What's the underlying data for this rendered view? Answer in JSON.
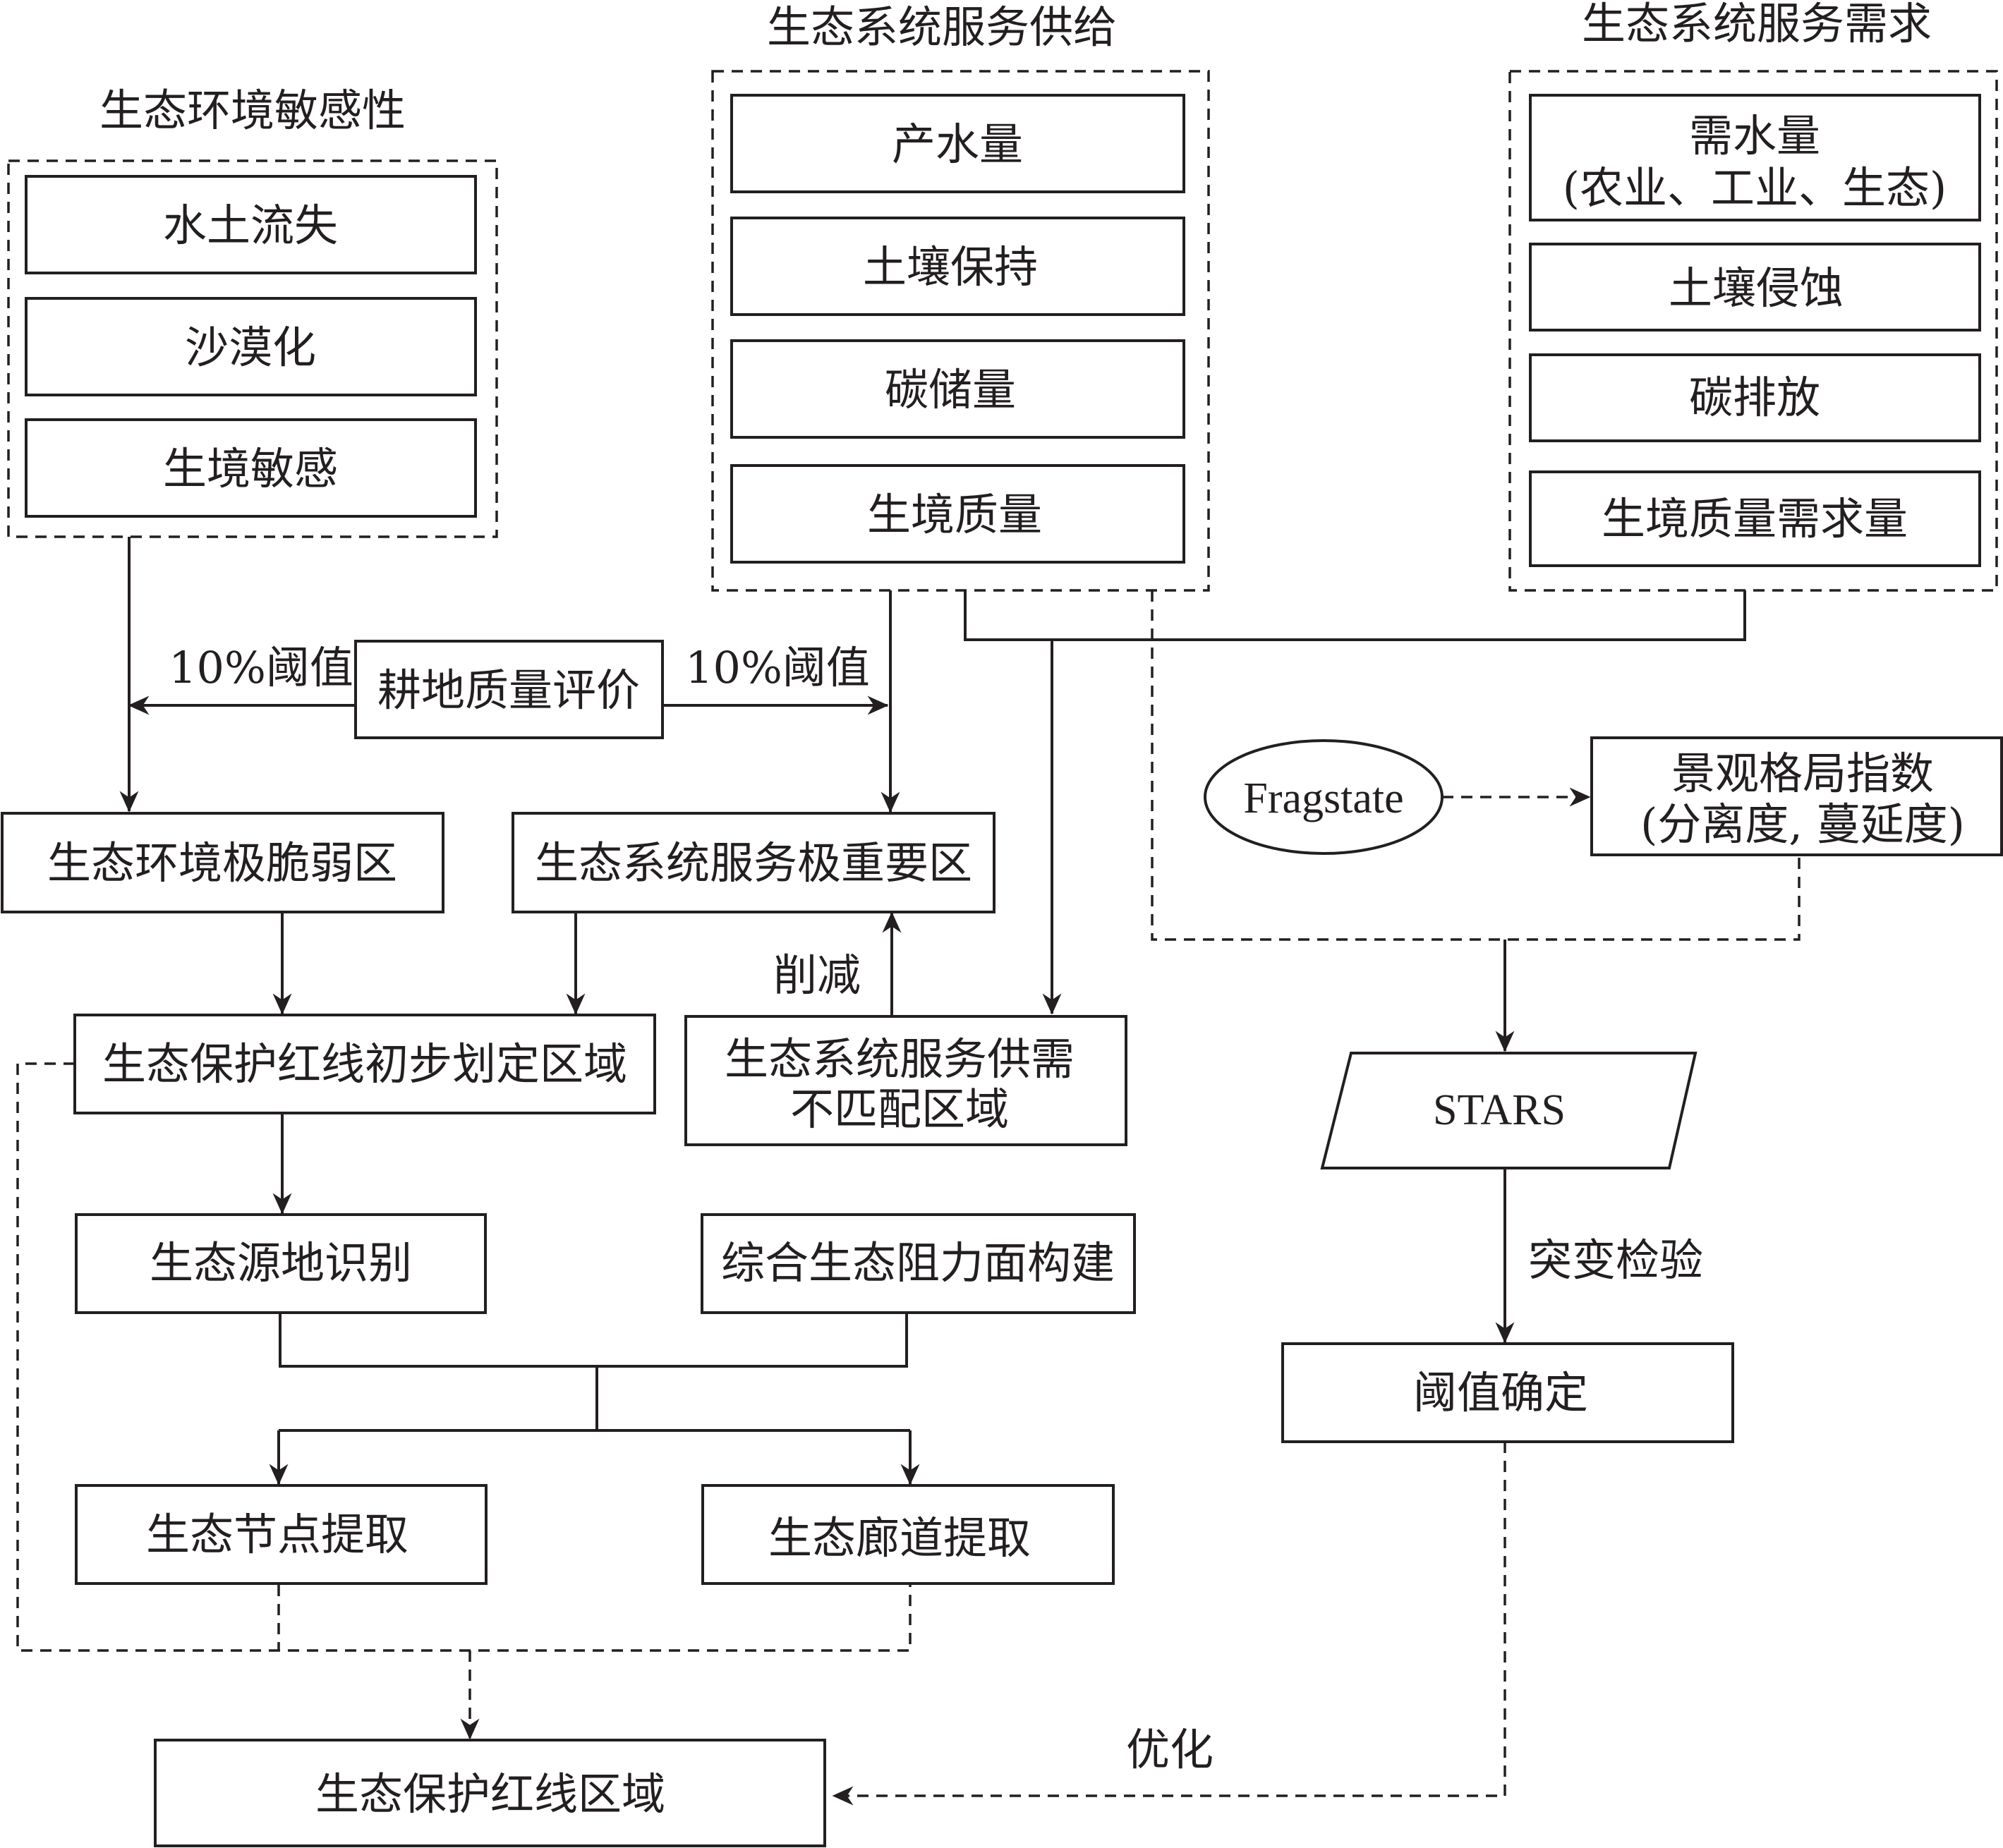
{
  "groups": {
    "sensitivity": {
      "title": "生态环境敏感性",
      "items": [
        "水土流失",
        "沙漠化",
        "生境敏感"
      ]
    },
    "supply": {
      "title": "生态系统服务供给",
      "items": [
        "产水量",
        "土壤保持",
        "碳储量",
        "生境质量"
      ]
    },
    "demand": {
      "title": "生态系统服务需求",
      "water_demand_line1": "需水量",
      "water_demand_line2": "(农业、工业、生态)",
      "items": [
        "土壤侵蚀",
        "碳排放",
        "生境质量需求量"
      ]
    }
  },
  "nodes": {
    "farmland_eval": "耕地质量评价",
    "fragile_zone": "生态环境极脆弱区",
    "important_zone": "生态系统服务极重要区",
    "initial_redline": "生态保护红线初步划定区域",
    "mismatch_line1": "生态系统服务供需",
    "mismatch_line2": "不匹配区域",
    "source_identification": "生态源地识别",
    "resistance_surface": "综合生态阻力面构建",
    "node_extraction": "生态节点提取",
    "corridor_extraction": "生态廊道提取",
    "redline_area": "生态保护红线区域",
    "fragstats": "Fragstate",
    "landscape_line1": "景观格局指数",
    "landscape_line2": "(分离度, 蔓延度)",
    "stars": "STARS",
    "threshold_determination": "阈值确定"
  },
  "edge_labels": {
    "threshold_left": "10%阈值",
    "threshold_right": "10%阈值",
    "reduce": "削减",
    "mutation_test": "突变检验",
    "optimize": "优化"
  }
}
